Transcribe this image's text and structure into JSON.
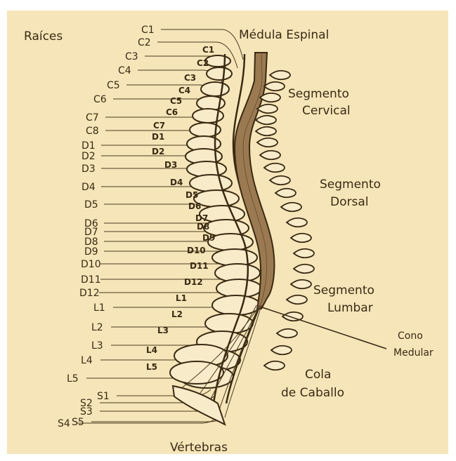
{
  "colors": {
    "background": "#f6e5b9",
    "ink": "#3a2a12",
    "cord": "#9b7a52",
    "bone": "#f8ebc9",
    "line": "#4a3a20"
  },
  "titles": {
    "raices": "Raíces",
    "medula": "Médula Espinal",
    "vertebras": "Vértebras"
  },
  "segments": {
    "cervical": [
      "Segmento",
      "Cervical"
    ],
    "dorsal": [
      "Segmento",
      "Dorsal"
    ],
    "lumbar": [
      "Segmento",
      "Lumbar"
    ],
    "cono": [
      "Cono",
      "Medular"
    ],
    "cola": [
      "Cola",
      "de Caballo"
    ]
  },
  "roots": [
    "C1",
    "C2",
    "C3",
    "C4",
    "C5",
    "C6",
    "C7",
    "C8",
    "D1",
    "D2",
    "D3",
    "D4",
    "D5",
    "D6",
    "D7",
    "D8",
    "D9",
    "D10",
    "D11",
    "D12",
    "L1",
    "L2",
    "L3",
    "L4",
    "L5",
    "S1",
    "S2",
    "S3",
    "S4",
    "S5"
  ],
  "vertebrae": [
    "C1",
    "C2",
    "C3",
    "C4",
    "C5",
    "C6",
    "C7",
    "D1",
    "D2",
    "D3",
    "D4",
    "D5",
    "D6",
    "D7",
    "D8",
    "D9",
    "D10",
    "D11",
    "D12",
    "L1",
    "L2",
    "L3",
    "L4",
    "L5"
  ]
}
